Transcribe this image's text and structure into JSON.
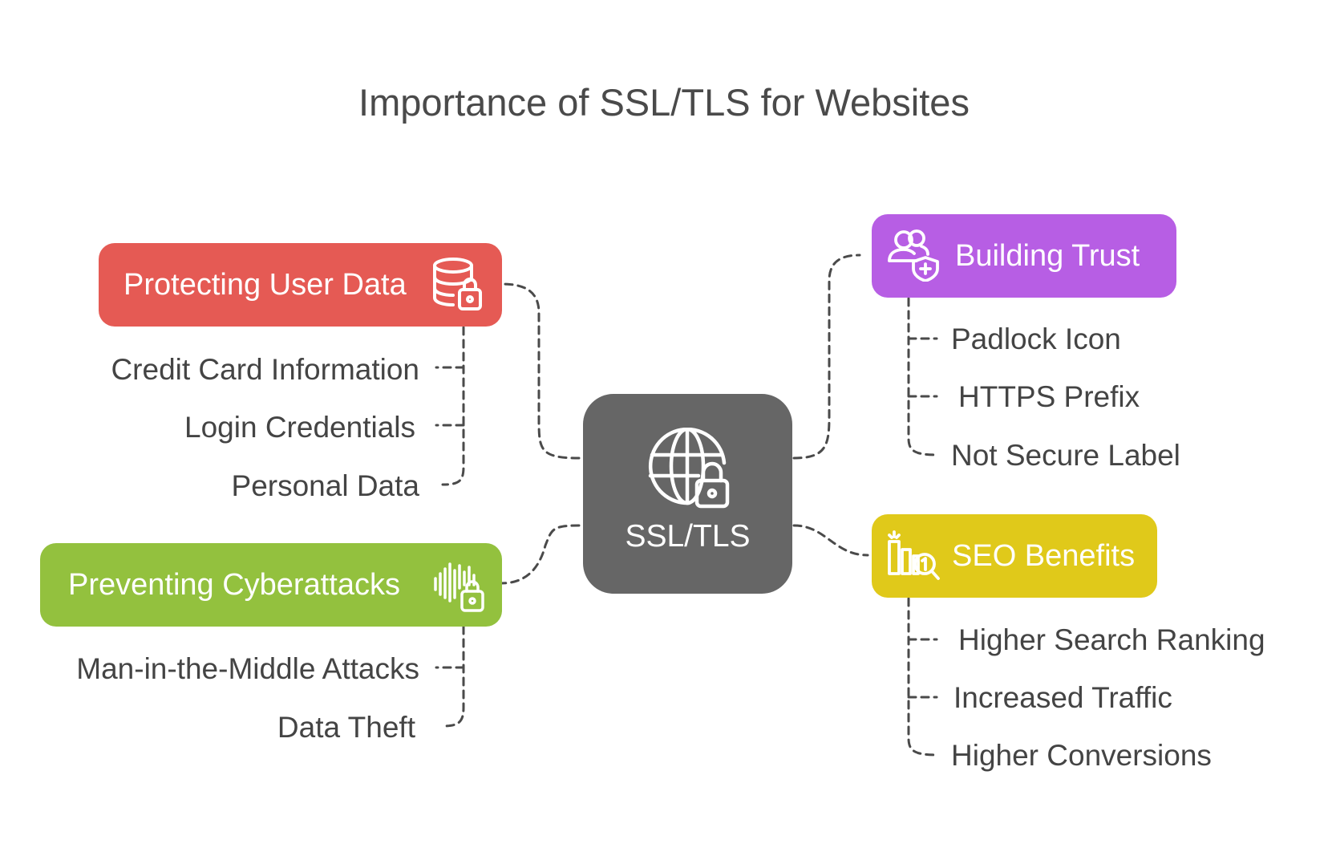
{
  "title": "Importance of SSL/TLS for Websites",
  "center": {
    "label": "SSL/TLS",
    "icon": "globe-lock-icon"
  },
  "branches": {
    "protecting": {
      "label": "Protecting User Data",
      "color": "#e55a54",
      "icon": "database-lock-icon",
      "items": [
        "Credit Card Information",
        "Login Credentials",
        "Personal Data"
      ]
    },
    "preventing": {
      "label": "Preventing Cyberattacks",
      "color": "#93c13e",
      "icon": "soundwave-lock-icon",
      "items": [
        "Man-in-the-Middle Attacks",
        "Data Theft"
      ]
    },
    "trust": {
      "label": "Building Trust",
      "color": "#b75ee4",
      "icon": "users-shield-icon",
      "items": [
        "Padlock Icon",
        "HTTPS Prefix",
        "Not Secure Label"
      ]
    },
    "seo": {
      "label": "SEO Benefits",
      "color": "#e0c91a",
      "icon": "chart-search-icon",
      "items": [
        "Higher Search Ranking",
        "Increased Traffic",
        "Higher Conversions"
      ]
    }
  },
  "connector_color": "#4a4a4a"
}
